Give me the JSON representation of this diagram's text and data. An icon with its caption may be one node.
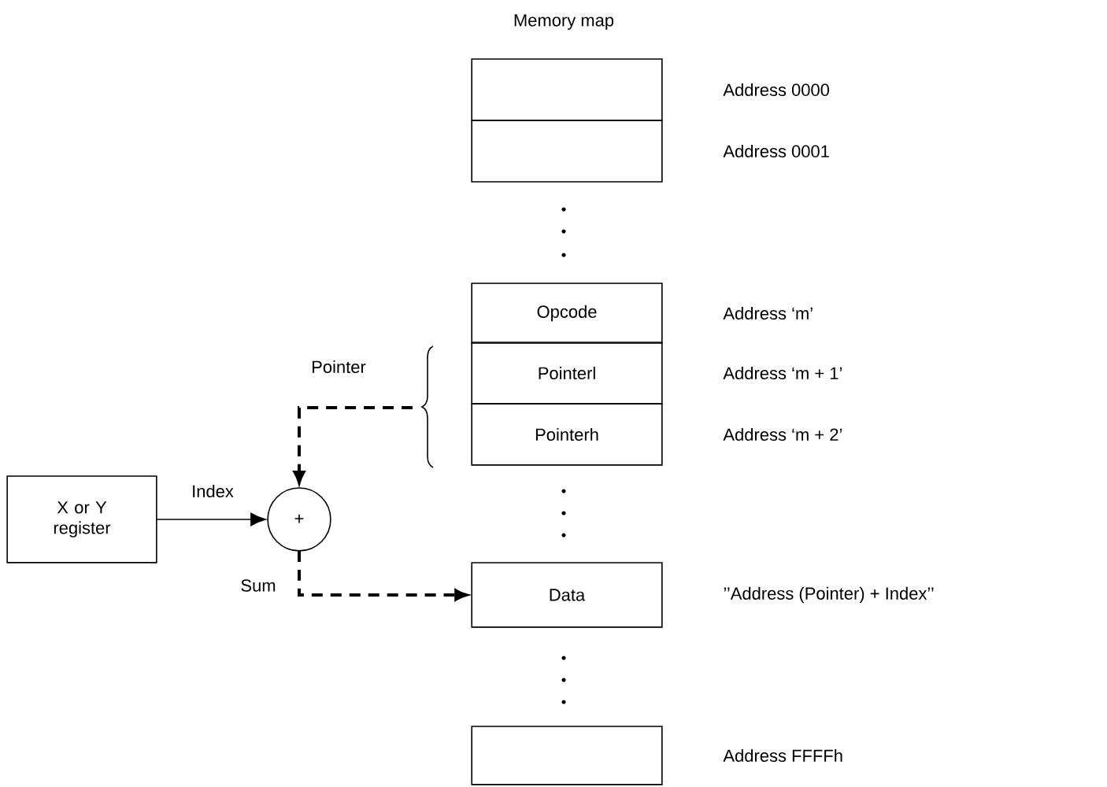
{
  "diagram": {
    "title": "Memory map",
    "nodes": [
      {
        "text": [],
        "shape": "box",
        "beside": [
          "Address 0000"
        ]
      },
      {
        "text": [],
        "shape": "box",
        "beside": [
          "Address 0001"
        ]
      },
      {
        "text": [
          "Opcode"
        ],
        "beside": [
          "Address ‘m’"
        ]
      },
      {
        "text": [
          "Pointerl"
        ],
        "beside": [
          "Address ‘m + 1’"
        ]
      },
      {
        "text": [
          "Pointerh"
        ],
        "beside": [
          "Address ‘m + 2’"
        ]
      },
      {
        "text": [
          "Data"
        ],
        "beside": [
          "’’Address (Pointer) + Index’’"
        ]
      },
      {
        "text": [],
        "shape": "box",
        "beside": [
          "Address FFFFh"
        ]
      },
      {
        "text": [
          "X or Y register"
        ]
      },
      {
        "text": [
          "+"
        ]
      }
    ],
    "edges": [
      {
        "from": 7,
        "to": 8,
        "arrow": "to",
        "label": "Index"
      },
      {
        "from": null,
        "to": 8,
        "arrow": "to",
        "label": "Pointer",
        "style": "dashed"
      },
      {
        "from": 8,
        "to": 5,
        "arrow": "to",
        "label": "Sum",
        "style": "dashed"
      }
    ]
  }
}
